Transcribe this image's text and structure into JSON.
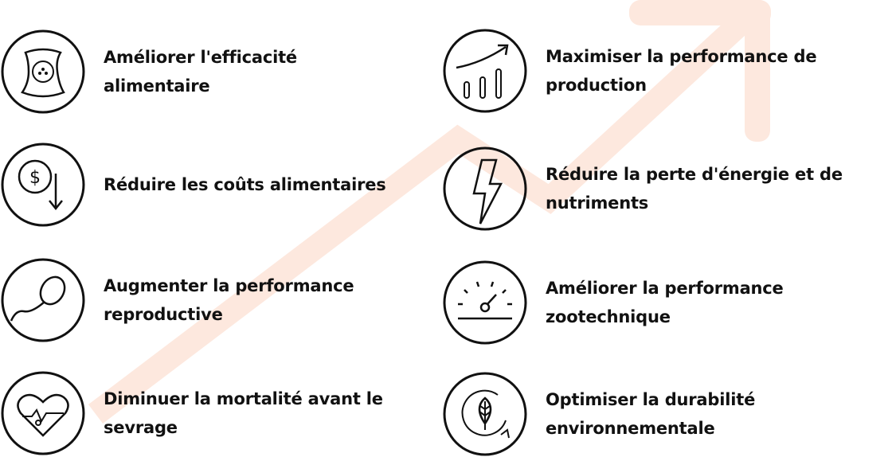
{
  "colors": {
    "accent": "#fde4d8",
    "text": "#111111",
    "icon_stroke": "#111111"
  },
  "items": [
    {
      "icon": "feed-bag-icon",
      "label": "Améliorer l'efficacité alimentaire"
    },
    {
      "icon": "cost-down-icon",
      "label": "Réduire les coûts alimentaires"
    },
    {
      "icon": "sperm-icon",
      "label": "Augmenter la performance reproductive"
    },
    {
      "icon": "heart-percent-icon",
      "label": "Diminuer la mortalité avant le sevrage"
    },
    {
      "icon": "growth-chart-icon",
      "label": "Maximiser la performance de production"
    },
    {
      "icon": "lightning-icon",
      "label": "Réduire la perte d'énergie et de nutriments"
    },
    {
      "icon": "gauge-icon",
      "label": "Améliorer la performance zootechnique"
    },
    {
      "icon": "leaf-cycle-icon",
      "label": "Optimiser la durabilité environnementale"
    }
  ]
}
